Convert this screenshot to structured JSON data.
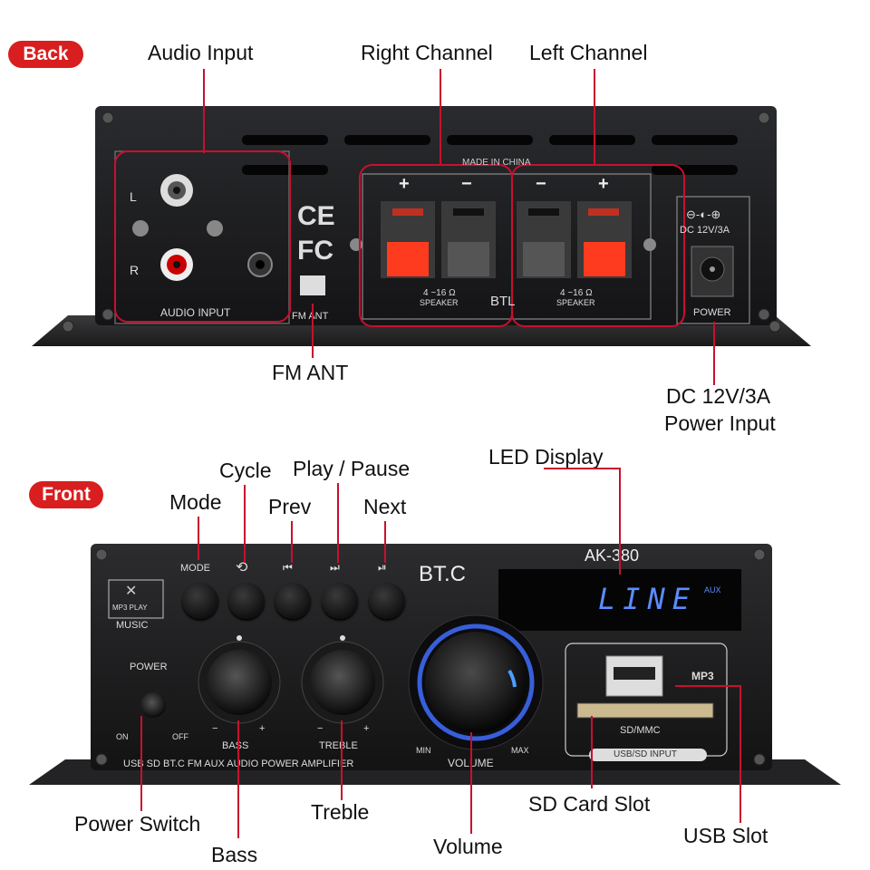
{
  "sections": {
    "back": "Back",
    "front": "Front"
  },
  "callouts": {
    "audio_input": "Audio Input",
    "right_channel": "Right Channel",
    "left_channel": "Left Channel",
    "fm_ant": "FM ANT",
    "dc_power_line1": "DC 12V/3A",
    "dc_power_line2": "Power Input",
    "cycle": "Cycle",
    "play_pause": "Play / Pause",
    "led_display": "LED Display",
    "mode": "Mode",
    "prev": "Prev",
    "next": "Next",
    "power_switch": "Power Switch",
    "bass": "Bass",
    "treble": "Treble",
    "volume": "Volume",
    "sd_card_slot": "SD Card Slot",
    "usb_slot": "USB Slot"
  },
  "back_panel": {
    "made_in": "MADE IN CHINA",
    "input_l": "L",
    "input_r": "R",
    "audio_input": "AUDIO INPUT",
    "ce": "CE",
    "fc": "FC",
    "fm_ant": "FM ANT",
    "plus": "+",
    "minus": "−",
    "impedance": "4 ~16 Ω",
    "speaker": "SPEAKER",
    "btl": "BTL",
    "dc_rating": "DC 12V/3A",
    "power": "POWER"
  },
  "front_panel": {
    "mode": "MODE",
    "bt": "BT.C",
    "model": "AK-380",
    "display_text": "LINE",
    "display_aux": "AUX",
    "mp3_play": "MP3 PLAY",
    "music": "MUSIC",
    "power": "POWER",
    "on": "ON",
    "off": "OFF",
    "bass": "BASS",
    "treble": "TREBLE",
    "minus": "−",
    "plus": "+",
    "volume": "VOLUME",
    "min": "MIN",
    "max": "MAX",
    "mp3": "MP3",
    "sd_mmc": "SD/MMC",
    "usb_sd_input": "USB/SD INPUT",
    "bottom_label": "USB SD BT.C FM AUX AUDIO POWER AMPLIFIER"
  },
  "colors": {
    "accent": "#c8102e",
    "pill": "#d81e1e",
    "panel": "#1c1c1e",
    "lcd": "#5b8cff",
    "terminal_red": "#ff3b1f"
  },
  "icons": [
    "cycle-icon",
    "prev-icon",
    "play-pause-icon",
    "next-icon",
    "mp3-disc-icon",
    "dc-polarity-icon"
  ]
}
